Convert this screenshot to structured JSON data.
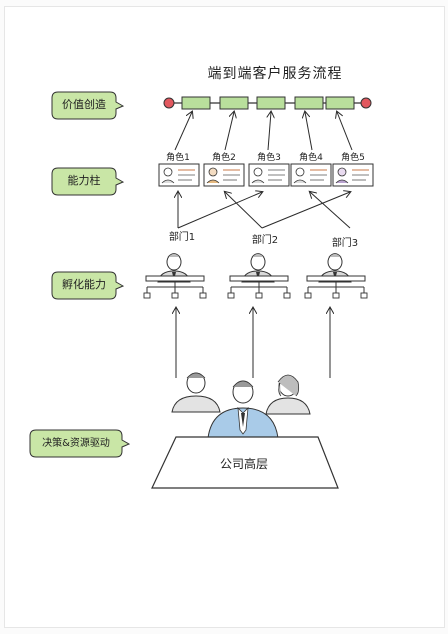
{
  "title": "端到端客户服务流程",
  "left_labels": {
    "value": "价值创造",
    "capability": "能力柱",
    "incubation": "孵化能力",
    "decision": "决策&资源驱动"
  },
  "roles": [
    "角色1",
    "角色2",
    "角色3",
    "角色4",
    "角色5"
  ],
  "departments": [
    "部门1",
    "部门2",
    "部门3"
  ],
  "leadership": "公司高层",
  "colors": {
    "label_fill": "#c9e6a6",
    "process_box": "#b9df9c",
    "endpoint": "#e2585f",
    "line": "#2b2b2b",
    "shirt_blue": "#a9cbe8"
  }
}
